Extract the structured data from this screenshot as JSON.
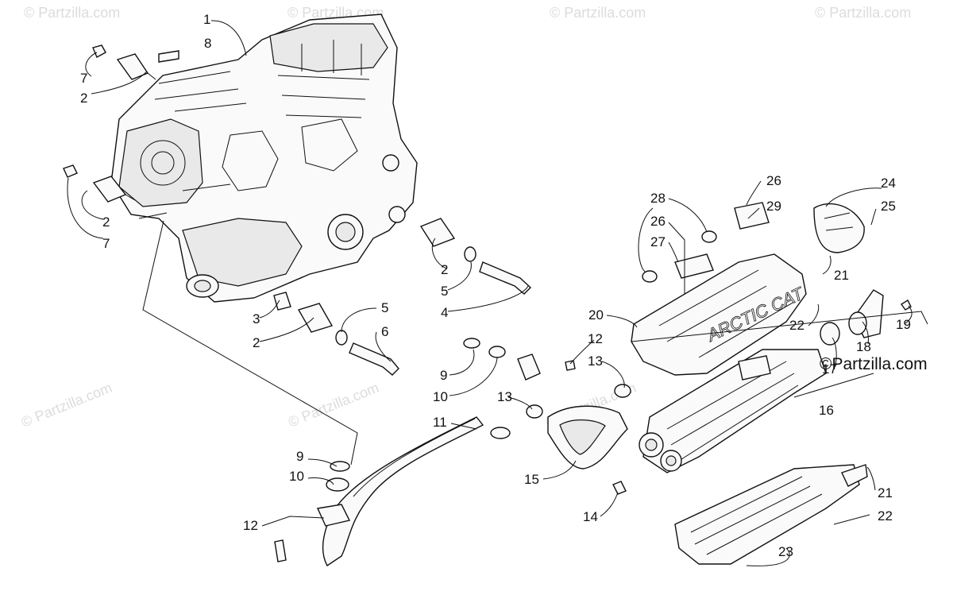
{
  "watermark_text": "© Partzilla.com",
  "credit_text": "©Partzilla.com",
  "brand_text": "ARCTIC CAT",
  "callouts": [
    {
      "id": "c1",
      "label": "1"
    },
    {
      "id": "c8",
      "label": "8"
    },
    {
      "id": "c7a",
      "label": "7"
    },
    {
      "id": "c2a",
      "label": "2"
    },
    {
      "id": "c2b",
      "label": "2"
    },
    {
      "id": "c7b",
      "label": "7"
    },
    {
      "id": "c2c",
      "label": "2"
    },
    {
      "id": "c5a",
      "label": "5"
    },
    {
      "id": "c4",
      "label": "4"
    },
    {
      "id": "c3",
      "label": "3"
    },
    {
      "id": "c2d",
      "label": "2"
    },
    {
      "id": "c5b",
      "label": "5"
    },
    {
      "id": "c6",
      "label": "6"
    },
    {
      "id": "c9a",
      "label": "9"
    },
    {
      "id": "c10a",
      "label": "10"
    },
    {
      "id": "c11",
      "label": "11"
    },
    {
      "id": "c12a",
      "label": "12"
    },
    {
      "id": "c13a",
      "label": "13"
    },
    {
      "id": "c13b",
      "label": "13"
    },
    {
      "id": "c15",
      "label": "15"
    },
    {
      "id": "c14",
      "label": "14"
    },
    {
      "id": "c9b",
      "label": "9"
    },
    {
      "id": "c10b",
      "label": "10"
    },
    {
      "id": "c12b",
      "label": "12"
    },
    {
      "id": "c20",
      "label": "20"
    },
    {
      "id": "c22a",
      "label": "22"
    },
    {
      "id": "c28",
      "label": "28"
    },
    {
      "id": "c26a",
      "label": "26"
    },
    {
      "id": "c27",
      "label": "27"
    },
    {
      "id": "c26b",
      "label": "26"
    },
    {
      "id": "c29",
      "label": "29"
    },
    {
      "id": "c24",
      "label": "24"
    },
    {
      "id": "c25",
      "label": "25"
    },
    {
      "id": "c21a",
      "label": "21"
    },
    {
      "id": "c19",
      "label": "19"
    },
    {
      "id": "c18",
      "label": "18"
    },
    {
      "id": "c17",
      "label": "17"
    },
    {
      "id": "c16",
      "label": "16"
    },
    {
      "id": "c21b",
      "label": "21"
    },
    {
      "id": "c22b",
      "label": "22"
    },
    {
      "id": "c23",
      "label": "23"
    }
  ]
}
